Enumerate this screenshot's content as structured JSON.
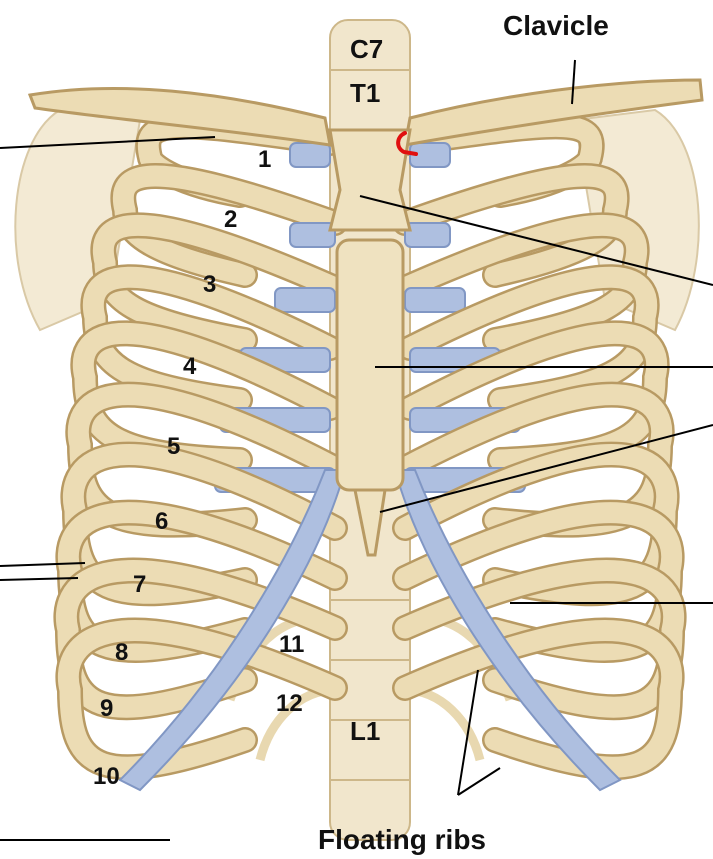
{
  "labels": {
    "clavicle": "Clavicle",
    "floating_ribs": "Floating ribs",
    "vertebrae": {
      "c7": "C7",
      "t1": "T1",
      "l1": "L1"
    },
    "ribs": [
      "1",
      "2",
      "3",
      "4",
      "5",
      "6",
      "7",
      "8",
      "9",
      "10",
      "11",
      "12"
    ]
  },
  "colors": {
    "bone": "#ecdcb4",
    "bone_outline": "#b89a63",
    "cartilage": "#aebfe0",
    "cartilage_outline": "#8197c4",
    "marker": "#e01010"
  }
}
